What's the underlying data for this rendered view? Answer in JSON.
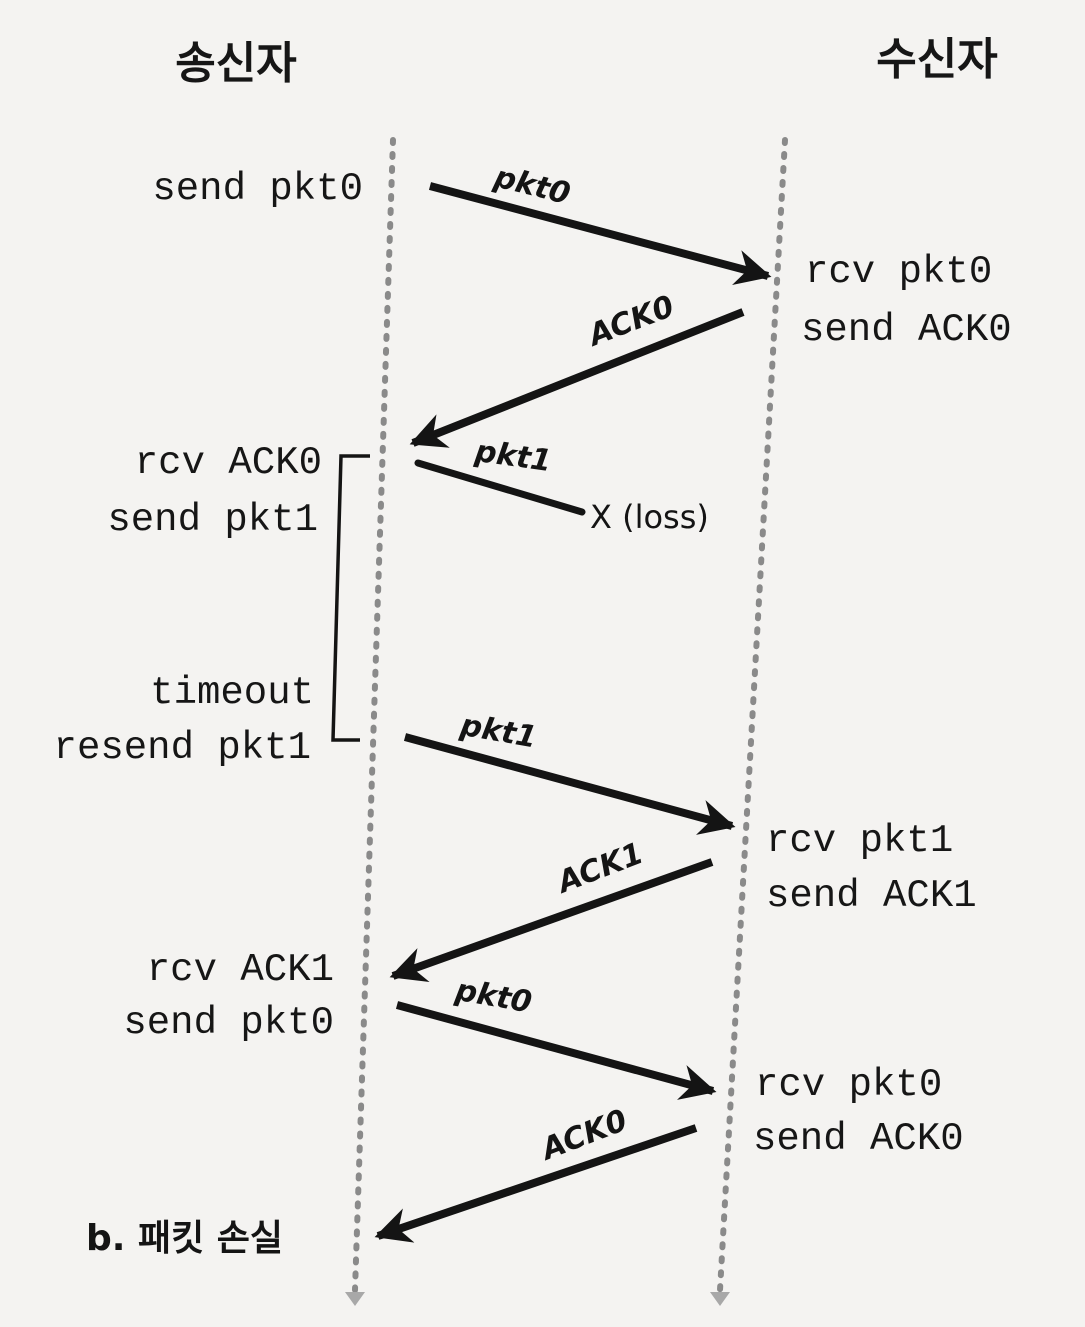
{
  "headers": {
    "sender": "송신자",
    "receiver": "수신자"
  },
  "sender_events": {
    "send_pkt0_first": "send pkt0",
    "rcv_ack0_line1": "rcv ACK0",
    "rcv_ack0_line2": "send pkt1",
    "timeout_line1": "timeout",
    "timeout_line2": "resend pkt1",
    "rcv_ack1_line1": "rcv ACK1",
    "rcv_ack1_line2": "send pkt0"
  },
  "receiver_events": {
    "first_line1": "rcv pkt0",
    "first_line2": "send ACK0",
    "second_line1": "rcv pkt1",
    "second_line2": "send ACK1",
    "third_line1": "rcv pkt0",
    "third_line2": "send ACK0"
  },
  "messages": {
    "m1": "pkt0",
    "m2": "ACK0",
    "m3": "pkt1",
    "m4": "pkt1",
    "m5": "ACK1",
    "m6": "pkt0",
    "m7": "ACK0"
  },
  "loss_label": "X (loss)",
  "caption": "b. 패킷 손실",
  "colors": {
    "background": "#f4f3f1",
    "ink": "#141414",
    "timeline": "#8a8a8a"
  }
}
